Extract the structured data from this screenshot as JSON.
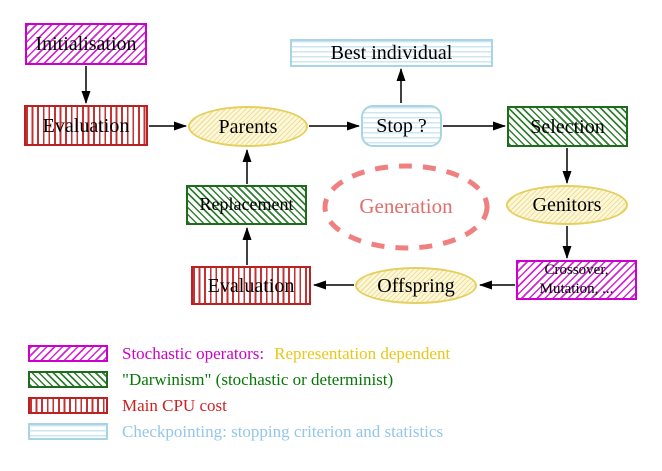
{
  "nodes": {
    "initialisation": "Initialisation",
    "evaluation_top": "Evaluation",
    "parents": "Parents",
    "best_individual": "Best individual",
    "stop": "Stop ?",
    "selection": "Selection",
    "genitors": "Genitors",
    "replacement": "Replacement",
    "generation": "Generation",
    "offspring": "Offspring",
    "evaluation_bottom": "Evaluation",
    "crossover": {
      "line1": "Crossover,",
      "line2": "Mutation, ..."
    }
  },
  "legend": {
    "stochastic": {
      "swatch": "magenta-diagonal-hatch",
      "label": "Stochastic operators:",
      "suffix": "Representation dependent"
    },
    "darwinism": {
      "swatch": "green-diagonal-hatch",
      "label": "\"Darwinism\" (stochastic or determinist)"
    },
    "cpu": {
      "swatch": "red-vertical-stripes",
      "label": "Main CPU cost"
    },
    "checkpointing": {
      "swatch": "cyan-horizontal-stripes",
      "label": "Checkpointing: stopping criterion and statistics"
    }
  },
  "colors": {
    "magenta": "#cc00cc",
    "red": "#b92222",
    "green": "#1d6b1d",
    "cyan": "#a8d4e4",
    "yellow": "#e6cf5e",
    "gold_text": "#e8c818",
    "salmon": "#f08080",
    "arrow": "#000000"
  }
}
